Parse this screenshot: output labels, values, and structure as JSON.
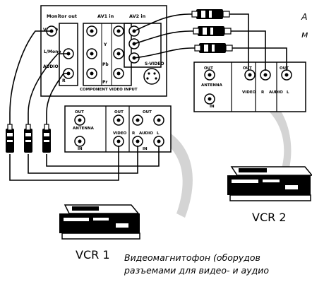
{
  "tv_panel": {
    "labels": {
      "monitor_out": "Monitor out",
      "av1_in": "AV1 in",
      "av2_in": "AV2 in",
      "video": "VIDEO",
      "l_mono": "L/Mono",
      "audio": "AUDIO",
      "r": "R",
      "y": "Y",
      "pb": "Pb",
      "pr": "Pr",
      "s_video": "S-VIDEO",
      "component": "COMPONENT VIDEO INPUT"
    }
  },
  "vcr_panel": {
    "labels": {
      "out": "OUT",
      "antenna": "ANTENNA",
      "in": "IN",
      "video": "VIDEO",
      "r": "R",
      "audio": "AUDIO",
      "l": "L"
    }
  },
  "captions": {
    "vcr1": "VCR 1",
    "vcr2": "VCR 2"
  },
  "notes": {
    "top_fragment_line1": "А",
    "top_fragment_line2": "м",
    "bottom_line1": "Видеомагнитофон (оборудов",
    "bottom_line2": "разъемами для видео- и аудио"
  },
  "colors": {
    "ink": "#000000",
    "swoosh": "#d4d4d4",
    "panel": "#ffffff"
  }
}
